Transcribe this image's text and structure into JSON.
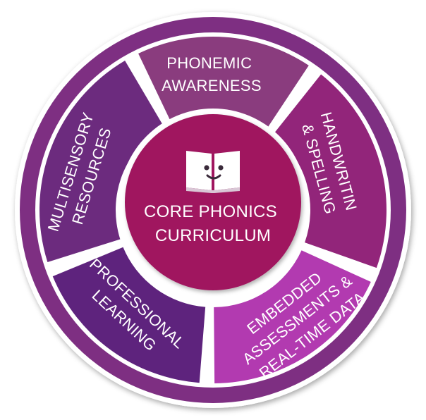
{
  "center": {
    "lines": [
      "CORE PHONICS",
      "CURRICULUM"
    ],
    "icon": "smiling-book-icon",
    "color": "#a0195e"
  },
  "segments": [
    {
      "id": "phonemic-awareness",
      "lines": [
        "PHONEMIC",
        "AWARENESS"
      ],
      "color": "#8a3c7e"
    },
    {
      "id": "handwriting-spelling",
      "lines": [
        "HANDWRITIN",
        "& SPELLING"
      ],
      "color": "#92257a"
    },
    {
      "id": "embedded-assessments",
      "lines": [
        "EMBEDDED",
        "ASSESSMENTS &",
        "REAL-TIME DATA"
      ],
      "color": "#b23ab0"
    },
    {
      "id": "professional-learning",
      "lines": [
        "PROFESSIONAL",
        "LEARNING"
      ],
      "color": "#5e237d"
    },
    {
      "id": "multisensory-resources",
      "lines": [
        "MULTISENSORY",
        "RESOURCES"
      ],
      "color": "#6c2b7e"
    }
  ],
  "colors": {
    "outer_ring": "#7e2f82",
    "divider": "#ffffff"
  }
}
